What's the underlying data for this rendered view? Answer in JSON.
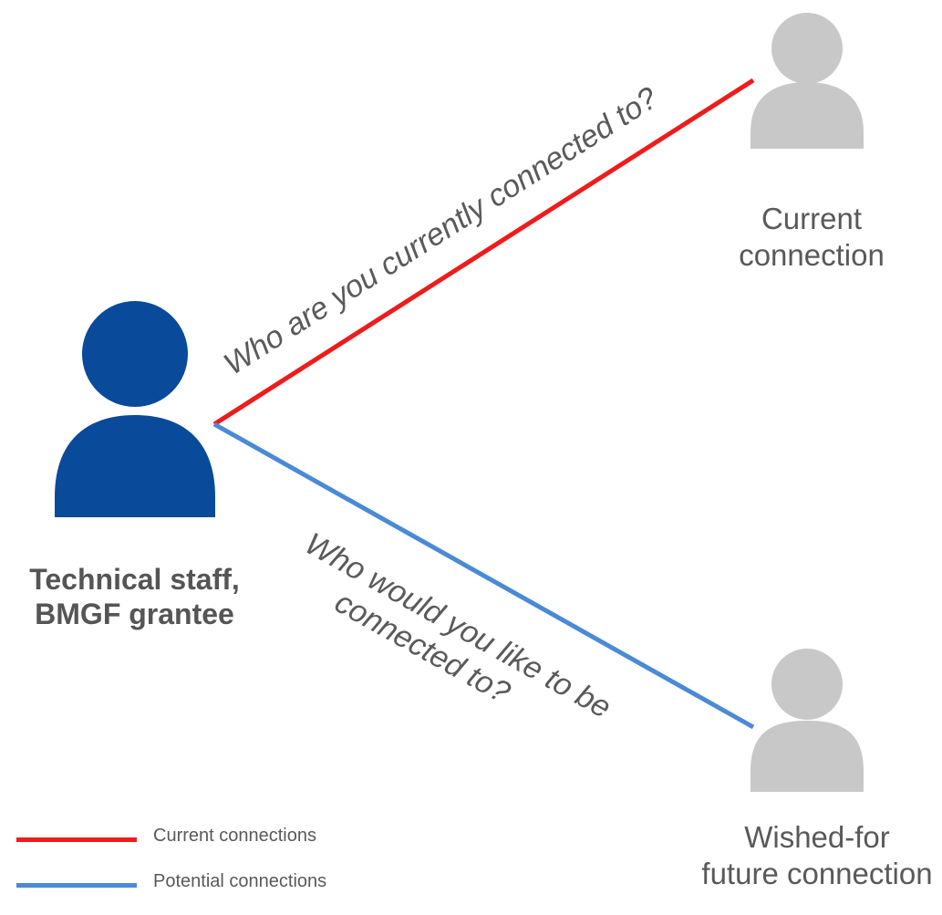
{
  "colors": {
    "current_line": "#ee1c1c",
    "potential_line": "#4a8ad6",
    "main_person": "#0a4a9a",
    "other_person": "#c8c8c8",
    "text": "#595959"
  },
  "edges": {
    "current_question": "Who are you currently connected to?",
    "potential_question_line1": "Who would you like to be",
    "potential_question_line2": "connected to?"
  },
  "nodes": {
    "main": {
      "line1": "Technical staff,",
      "line2": "BMGF grantee",
      "icon": "person-icon"
    },
    "current": {
      "line1": "Current",
      "line2": "connection",
      "icon": "person-icon"
    },
    "wished": {
      "line1": "Wished-for",
      "line2": "future connection",
      "icon": "person-icon"
    }
  },
  "legend": {
    "items": [
      {
        "label": "Current connections",
        "color": "#ee1c1c"
      },
      {
        "label": "Potential connections",
        "color": "#4a8ad6"
      }
    ]
  }
}
